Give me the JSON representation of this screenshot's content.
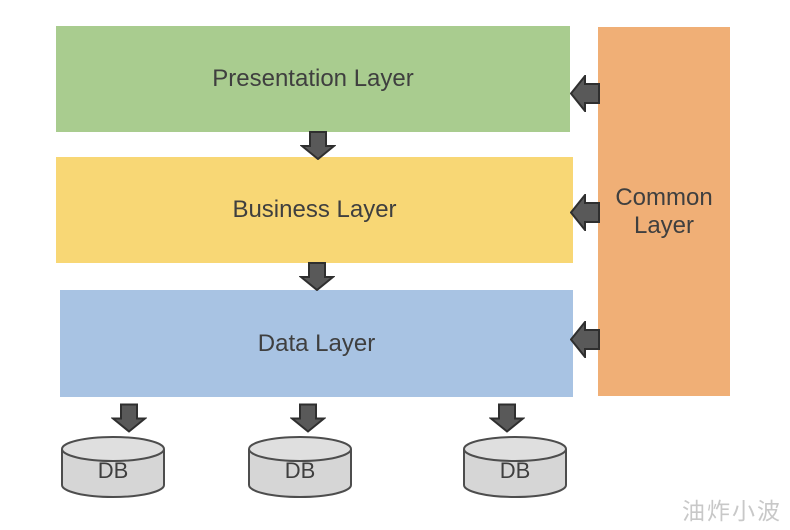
{
  "layers": [
    {
      "id": "presentation",
      "label": "Presentation Layer"
    },
    {
      "id": "business",
      "label": "Business Layer"
    },
    {
      "id": "data",
      "label": "Data Layer"
    }
  ],
  "common": {
    "label": "Common Layer"
  },
  "databases": [
    {
      "label": "DB"
    },
    {
      "label": "DB"
    },
    {
      "label": "DB"
    }
  ],
  "watermark": "油炸小波",
  "colors": {
    "presentation": "#a9cc8f",
    "business": "#f8d775",
    "data": "#a8c3e3",
    "common": "#f0af76",
    "arrow_fill": "#595959",
    "arrow_stroke": "#2f2f2f",
    "db_fill": "#d6d6d6",
    "db_top": "#dfdfdf",
    "db_stroke": "#4d4d4d",
    "text": "#3f3f3f",
    "watermark_color": "#c8c8c8"
  }
}
